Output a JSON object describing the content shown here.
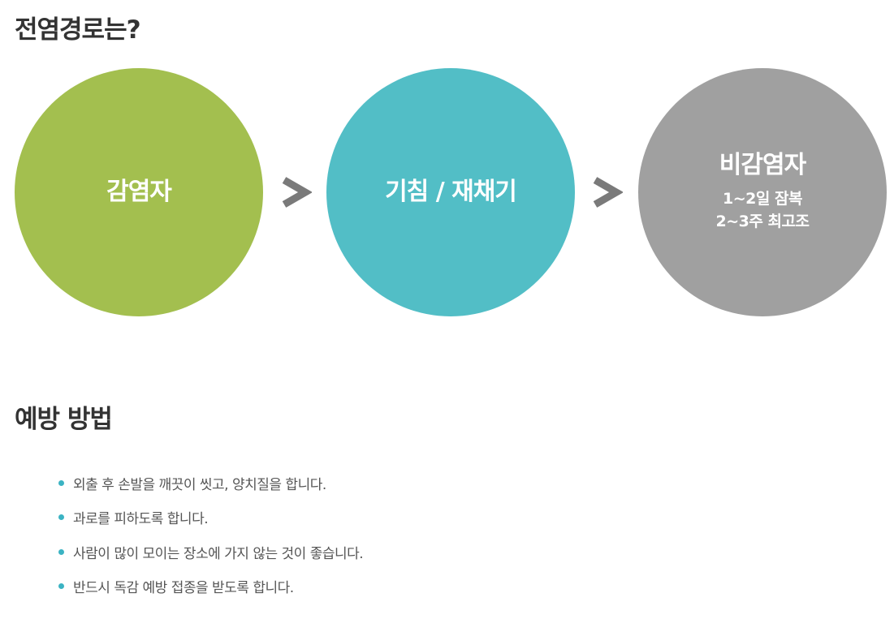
{
  "route_section": {
    "title": "전염경로는?"
  },
  "circles": [
    {
      "main": "감염자",
      "sub": [],
      "color": "#a3bf4f"
    },
    {
      "main": "기침 / 재채기",
      "sub": [],
      "color": "#52bec6"
    },
    {
      "main": "비감염자",
      "sub": [
        "1~2일 잠복",
        "2~3주 최고조"
      ],
      "color": "#a0a0a0"
    }
  ],
  "arrows": {
    "icon": "chevron-right-icon",
    "color": "#7a7a7a"
  },
  "prevention_section": {
    "title": "예방 방법",
    "bullet_color": "#3bb3c3",
    "items": [
      "외출 후 손발을 깨끗이 씻고, 양치질을 합니다.",
      "과로를 피하도록 합니다.",
      "사람이 많이 모이는 장소에 가지 않는 것이 좋습니다.",
      "반드시 독감 예방 접종을 받도록 합니다."
    ]
  }
}
